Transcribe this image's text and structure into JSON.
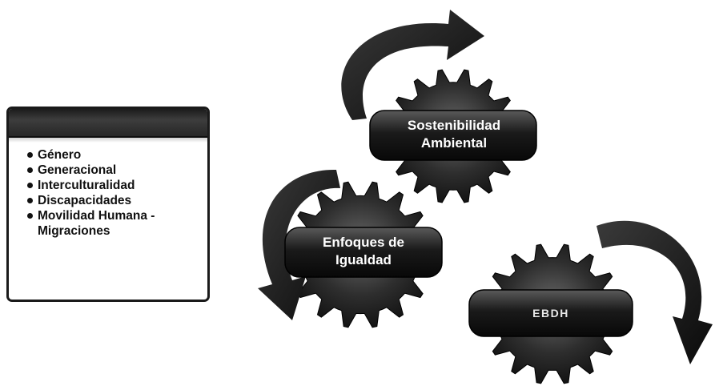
{
  "list_box": {
    "items": [
      "Género",
      "Generacional",
      "Interculturalidad",
      "Discapacidades",
      "Movilidad Humana -\nMigraciones"
    ]
  },
  "gears": [
    {
      "id": "sostenibilidad",
      "line1": "Sostenibilidad",
      "line2": "Ambiental"
    },
    {
      "id": "enfoques",
      "line1": "Enfoques de",
      "line2": "Igualdad"
    },
    {
      "id": "ebdh",
      "line1": "EBDH",
      "line2": ""
    }
  ],
  "colors": {
    "gear_fill": "#2a2a2a",
    "pill_fill": "#1c1c1c",
    "arrow_fill": "#151515",
    "text": "#ffffff"
  },
  "icons": [
    "gear-icon",
    "curved-arrow-icon",
    "bullet-icon"
  ]
}
